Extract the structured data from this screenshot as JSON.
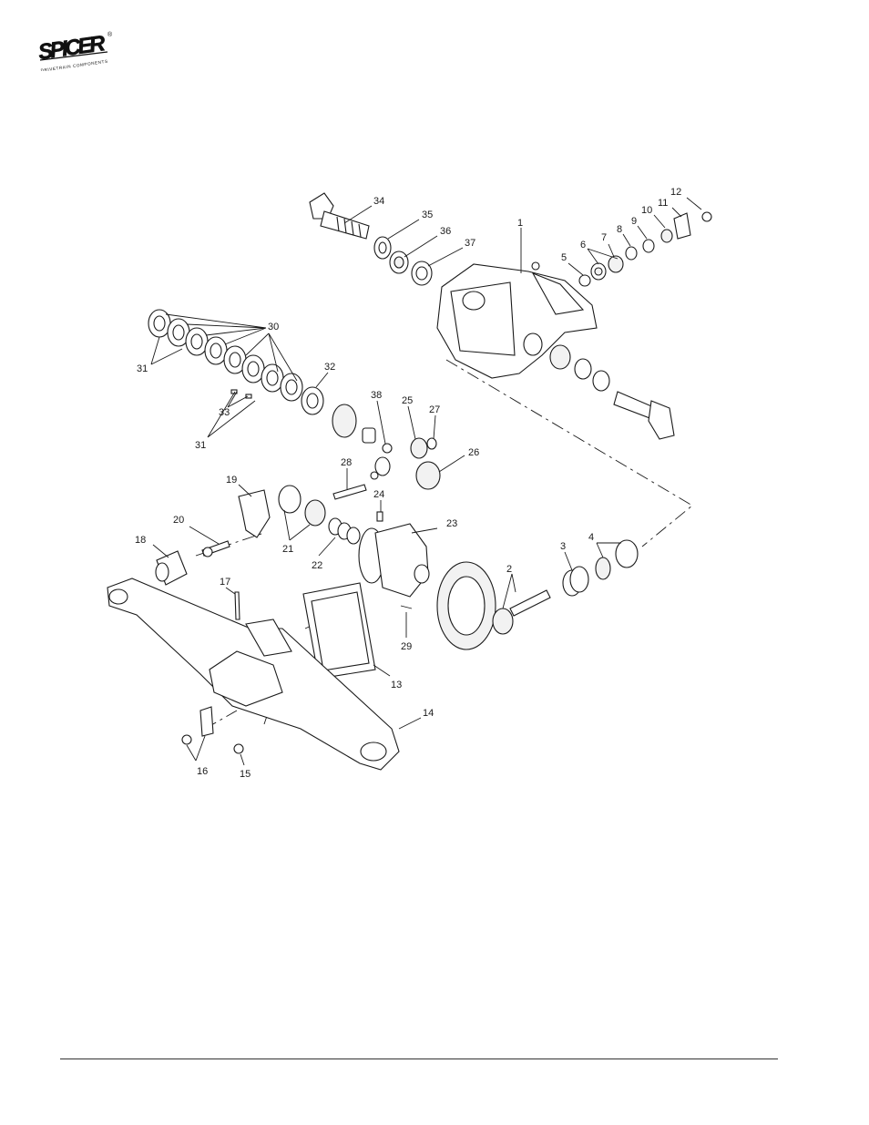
{
  "logo": {
    "wordmark": "SPICER",
    "tagline": "DRIVETRAIN COMPONENTS",
    "registered": "®"
  },
  "callouts": [
    {
      "id": "34",
      "label": "34"
    },
    {
      "id": "35",
      "label": "35"
    },
    {
      "id": "36",
      "label": "36"
    },
    {
      "id": "37",
      "label": "37"
    },
    {
      "id": "1",
      "label": "1"
    },
    {
      "id": "12",
      "label": "12"
    },
    {
      "id": "11",
      "label": "11"
    },
    {
      "id": "10",
      "label": "10"
    },
    {
      "id": "9",
      "label": "9"
    },
    {
      "id": "8",
      "label": "8"
    },
    {
      "id": "7",
      "label": "7"
    },
    {
      "id": "6",
      "label": "6"
    },
    {
      "id": "5",
      "label": "5"
    },
    {
      "id": "30",
      "label": "30"
    },
    {
      "id": "31a",
      "label": "31"
    },
    {
      "id": "32",
      "label": "32"
    },
    {
      "id": "33",
      "label": "33"
    },
    {
      "id": "31b",
      "label": "31"
    },
    {
      "id": "38",
      "label": "38"
    },
    {
      "id": "25",
      "label": "25"
    },
    {
      "id": "27",
      "label": "27"
    },
    {
      "id": "26",
      "label": "26"
    },
    {
      "id": "28",
      "label": "28"
    },
    {
      "id": "19",
      "label": "19"
    },
    {
      "id": "24",
      "label": "24"
    },
    {
      "id": "23",
      "label": "23"
    },
    {
      "id": "20",
      "label": "20"
    },
    {
      "id": "21",
      "label": "21"
    },
    {
      "id": "22",
      "label": "22"
    },
    {
      "id": "18",
      "label": "18"
    },
    {
      "id": "17",
      "label": "17"
    },
    {
      "id": "3",
      "label": "3"
    },
    {
      "id": "4",
      "label": "4"
    },
    {
      "id": "2",
      "label": "2"
    },
    {
      "id": "29",
      "label": "29"
    },
    {
      "id": "13",
      "label": "13"
    },
    {
      "id": "14",
      "label": "14"
    },
    {
      "id": "16",
      "label": "16"
    },
    {
      "id": "15",
      "label": "15"
    }
  ]
}
